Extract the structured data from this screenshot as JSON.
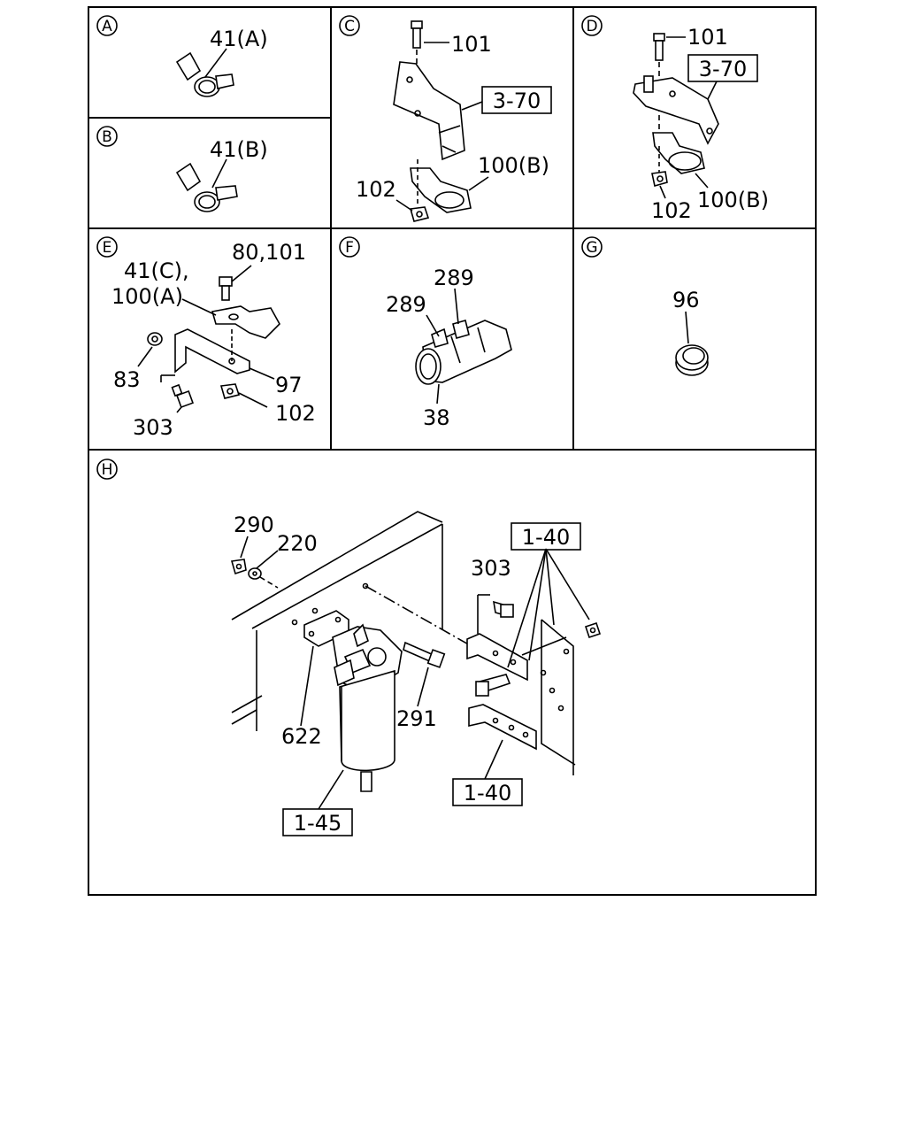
{
  "panels": {
    "A": {
      "letter": "A",
      "labels": {
        "clip": "41(A)"
      }
    },
    "B": {
      "letter": "B",
      "labels": {
        "clip": "41(B)"
      }
    },
    "C": {
      "letter": "C",
      "labels": {
        "bolt": "101",
        "ref": "3-70",
        "clamp": "100(B)",
        "nut": "102"
      }
    },
    "D": {
      "letter": "D",
      "labels": {
        "bolt": "101",
        "ref": "3-70",
        "clamp": "100(B)",
        "nut": "102"
      }
    },
    "E": {
      "letter": "E",
      "labels": {
        "clip_line1": "41(C),",
        "clip_line2": "100(A)",
        "bolt": "80,101",
        "washer": "83",
        "bracket": "97",
        "nut": "102",
        "bolt2": "303"
      }
    },
    "F": {
      "letter": "F",
      "labels": {
        "clip_top": "289",
        "clip_left": "289",
        "hose": "38"
      }
    },
    "G": {
      "letter": "G",
      "labels": {
        "grommet": "96"
      }
    },
    "H": {
      "letter": "H",
      "labels": {
        "nut": "290",
        "washer": "220",
        "ref_top": "1-40",
        "bolt_top": "303",
        "bolt_mid": "291",
        "plate": "622",
        "ref_bottom": "1-40",
        "filter_ref": "1-45"
      }
    }
  }
}
